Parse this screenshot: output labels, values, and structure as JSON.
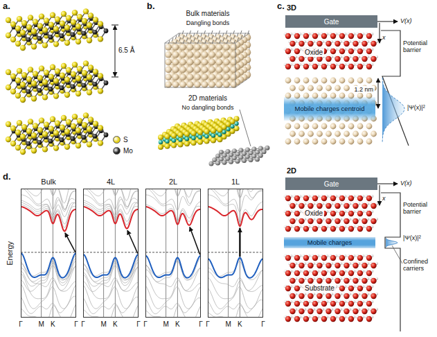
{
  "diagram": {
    "nodes": [
      {
        "text": [
          "Gate"
        ]
      },
      {
        "text": [
          "Mobile charges centroid"
        ]
      },
      {
        "text": [
          "Gate"
        ]
      },
      {
        "text": [
          "Mobile charges"
        ]
      },
      {
        "text": [
          "Bulk"
        ]
      },
      {
        "text": [
          "4L"
        ]
      },
      {
        "text": [
          "2L"
        ]
      },
      {
        "text": [
          "1L"
        ]
      }
    ],
    "labels": [
      "a.",
      "6.5 Å",
      "b.",
      "Bulk materials",
      "Dangling bonds",
      "2D materials",
      "No dangling bonds",
      "c.",
      "3D",
      "V(x)",
      "x",
      "Oxide",
      "Potential barrier",
      "1.2 nm",
      "|Ψ(x)|²",
      "2D",
      "V(x)",
      "x",
      "Oxide",
      "Potential barrier",
      "|Ψ(x)|²",
      "Substrate",
      "Confined carriers",
      "d.",
      "Energy",
      "Γ",
      "M",
      "K",
      "Γ",
      "Γ",
      "M",
      "K",
      "Γ",
      "Γ",
      "M",
      "K",
      "Γ",
      "Γ",
      "M",
      "K",
      "Γ"
    ],
    "legend": [
      {
        "text": "S",
        "color": "#e6d21a"
      },
      {
        "text": "Mo",
        "color": "#222222"
      }
    ]
  }
}
